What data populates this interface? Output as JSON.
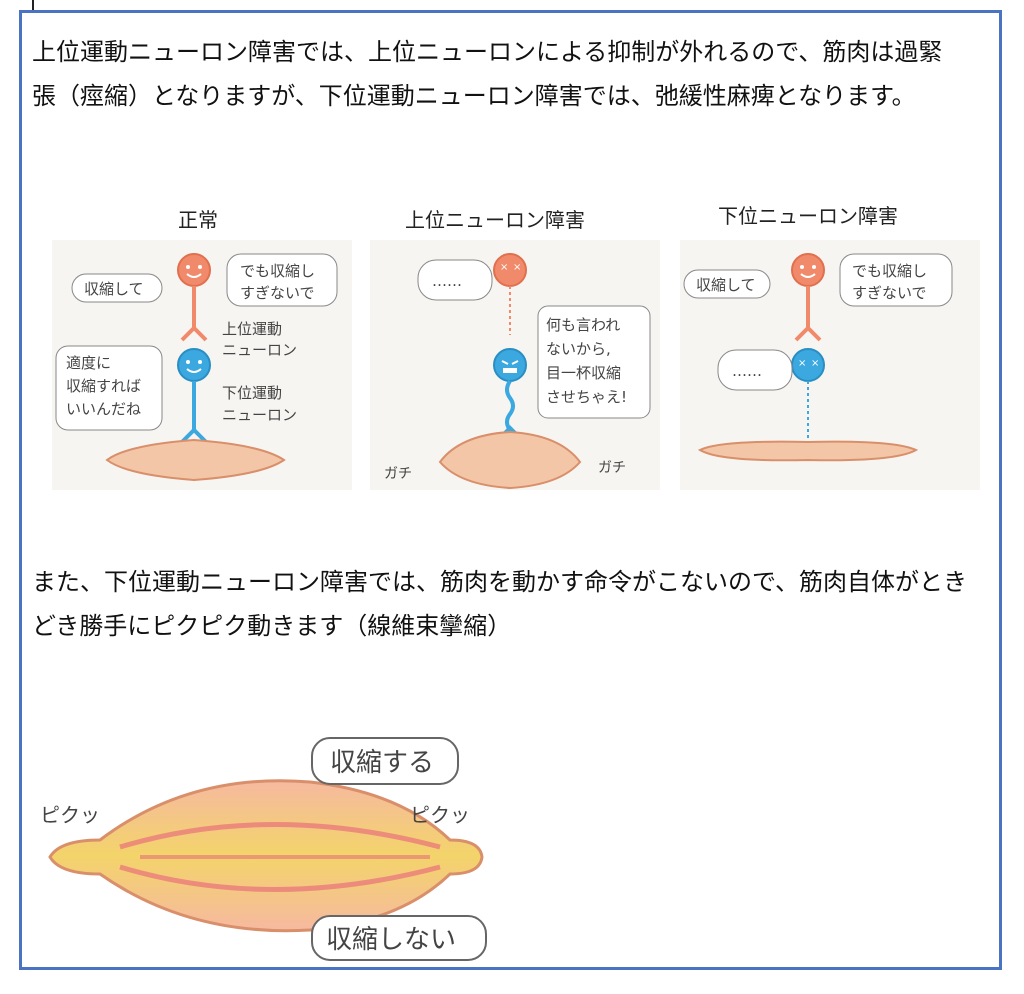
{
  "text": {
    "paragraph1": "上位運動ニューロン障害では、上位ニューロンによる抑制が外れるので、筋肉は過緊張（痙縮）となりますが、下位運動ニューロン障害では、弛緩性麻痺となります。",
    "paragraph2": "また、下位運動ニューロン障害では、筋肉を動かす命令がこないので、筋肉自体がときどき勝手にピクピク動きます（線維束攣縮）"
  },
  "panels": {
    "normal": {
      "title": "正常",
      "bubble_left": "収縮して",
      "bubble_right_1": "でも収縮し",
      "bubble_right_2": "すぎないで",
      "upper_label_1": "上位運動",
      "upper_label_2": "ニューロン",
      "lower_label_1": "下位運動",
      "lower_label_2": "ニューロン",
      "bubble_lower_1": "適度に",
      "bubble_lower_2": "収縮すれば",
      "bubble_lower_3": "いいんだね"
    },
    "upper": {
      "title": "上位ニューロン障害",
      "bubble_dots": "……",
      "shout_1": "何も言われ",
      "shout_2": "ないから,",
      "shout_3": "目一杯収縮",
      "shout_4": "させちゃえ!",
      "sfx_left": "ガチ",
      "sfx_right": "ガチ"
    },
    "lower": {
      "title": "下位ニューロン障害",
      "bubble_left": "収縮して",
      "bubble_right_1": "でも収縮し",
      "bubble_right_2": "すぎないで",
      "bubble_dots": "……"
    }
  },
  "muscle": {
    "sfx_left": "ピクッ",
    "sfx_right": "ピクッ",
    "label_contract": "収縮する",
    "label_no_contract": "収縮しない"
  },
  "colors": {
    "frame": "#4a73c2",
    "upper_neuron": "#f08a6a",
    "lower_neuron": "#3ba8e0",
    "muscle_fill": "#f3c6a8",
    "muscle_stroke": "#d98f6a"
  }
}
